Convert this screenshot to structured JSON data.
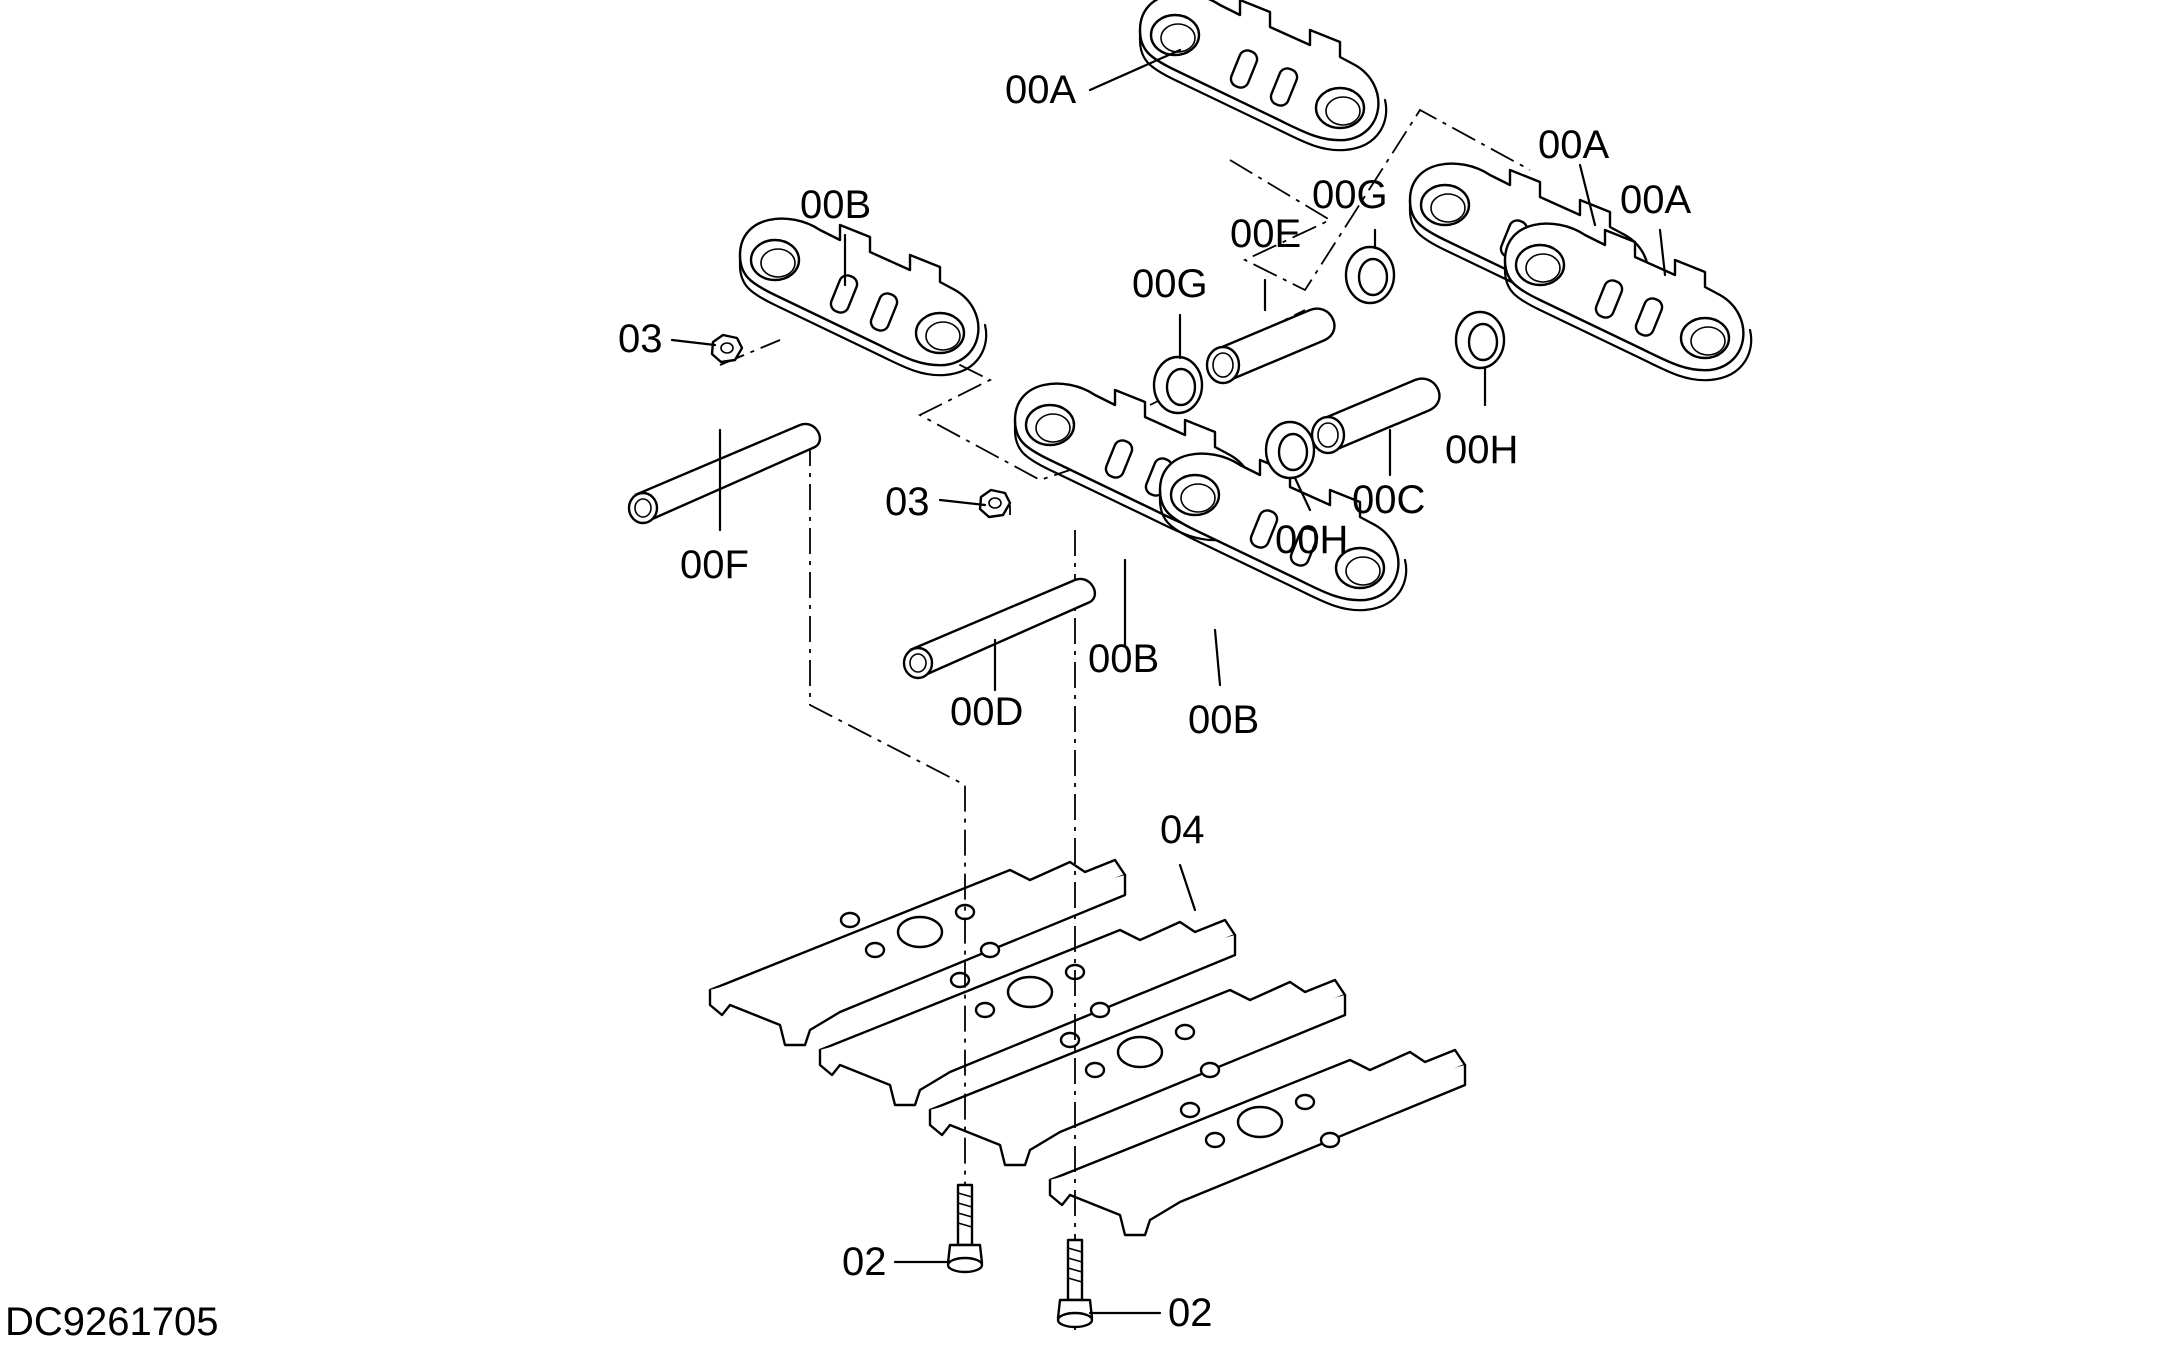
{
  "drawing": {
    "code": "DC9261705",
    "callouts": {
      "a1": "00A",
      "a2": "00A",
      "a3": "00A",
      "b1": "00B",
      "b2": "00B",
      "b3": "00B",
      "c": "00C",
      "d": "00D",
      "e": "00E",
      "f": "00F",
      "g1": "00G",
      "g2": "00G",
      "h1": "00H",
      "h2": "00H",
      "n1": "03",
      "n2": "03",
      "s": "04",
      "k1": "02",
      "k2": "02"
    }
  }
}
